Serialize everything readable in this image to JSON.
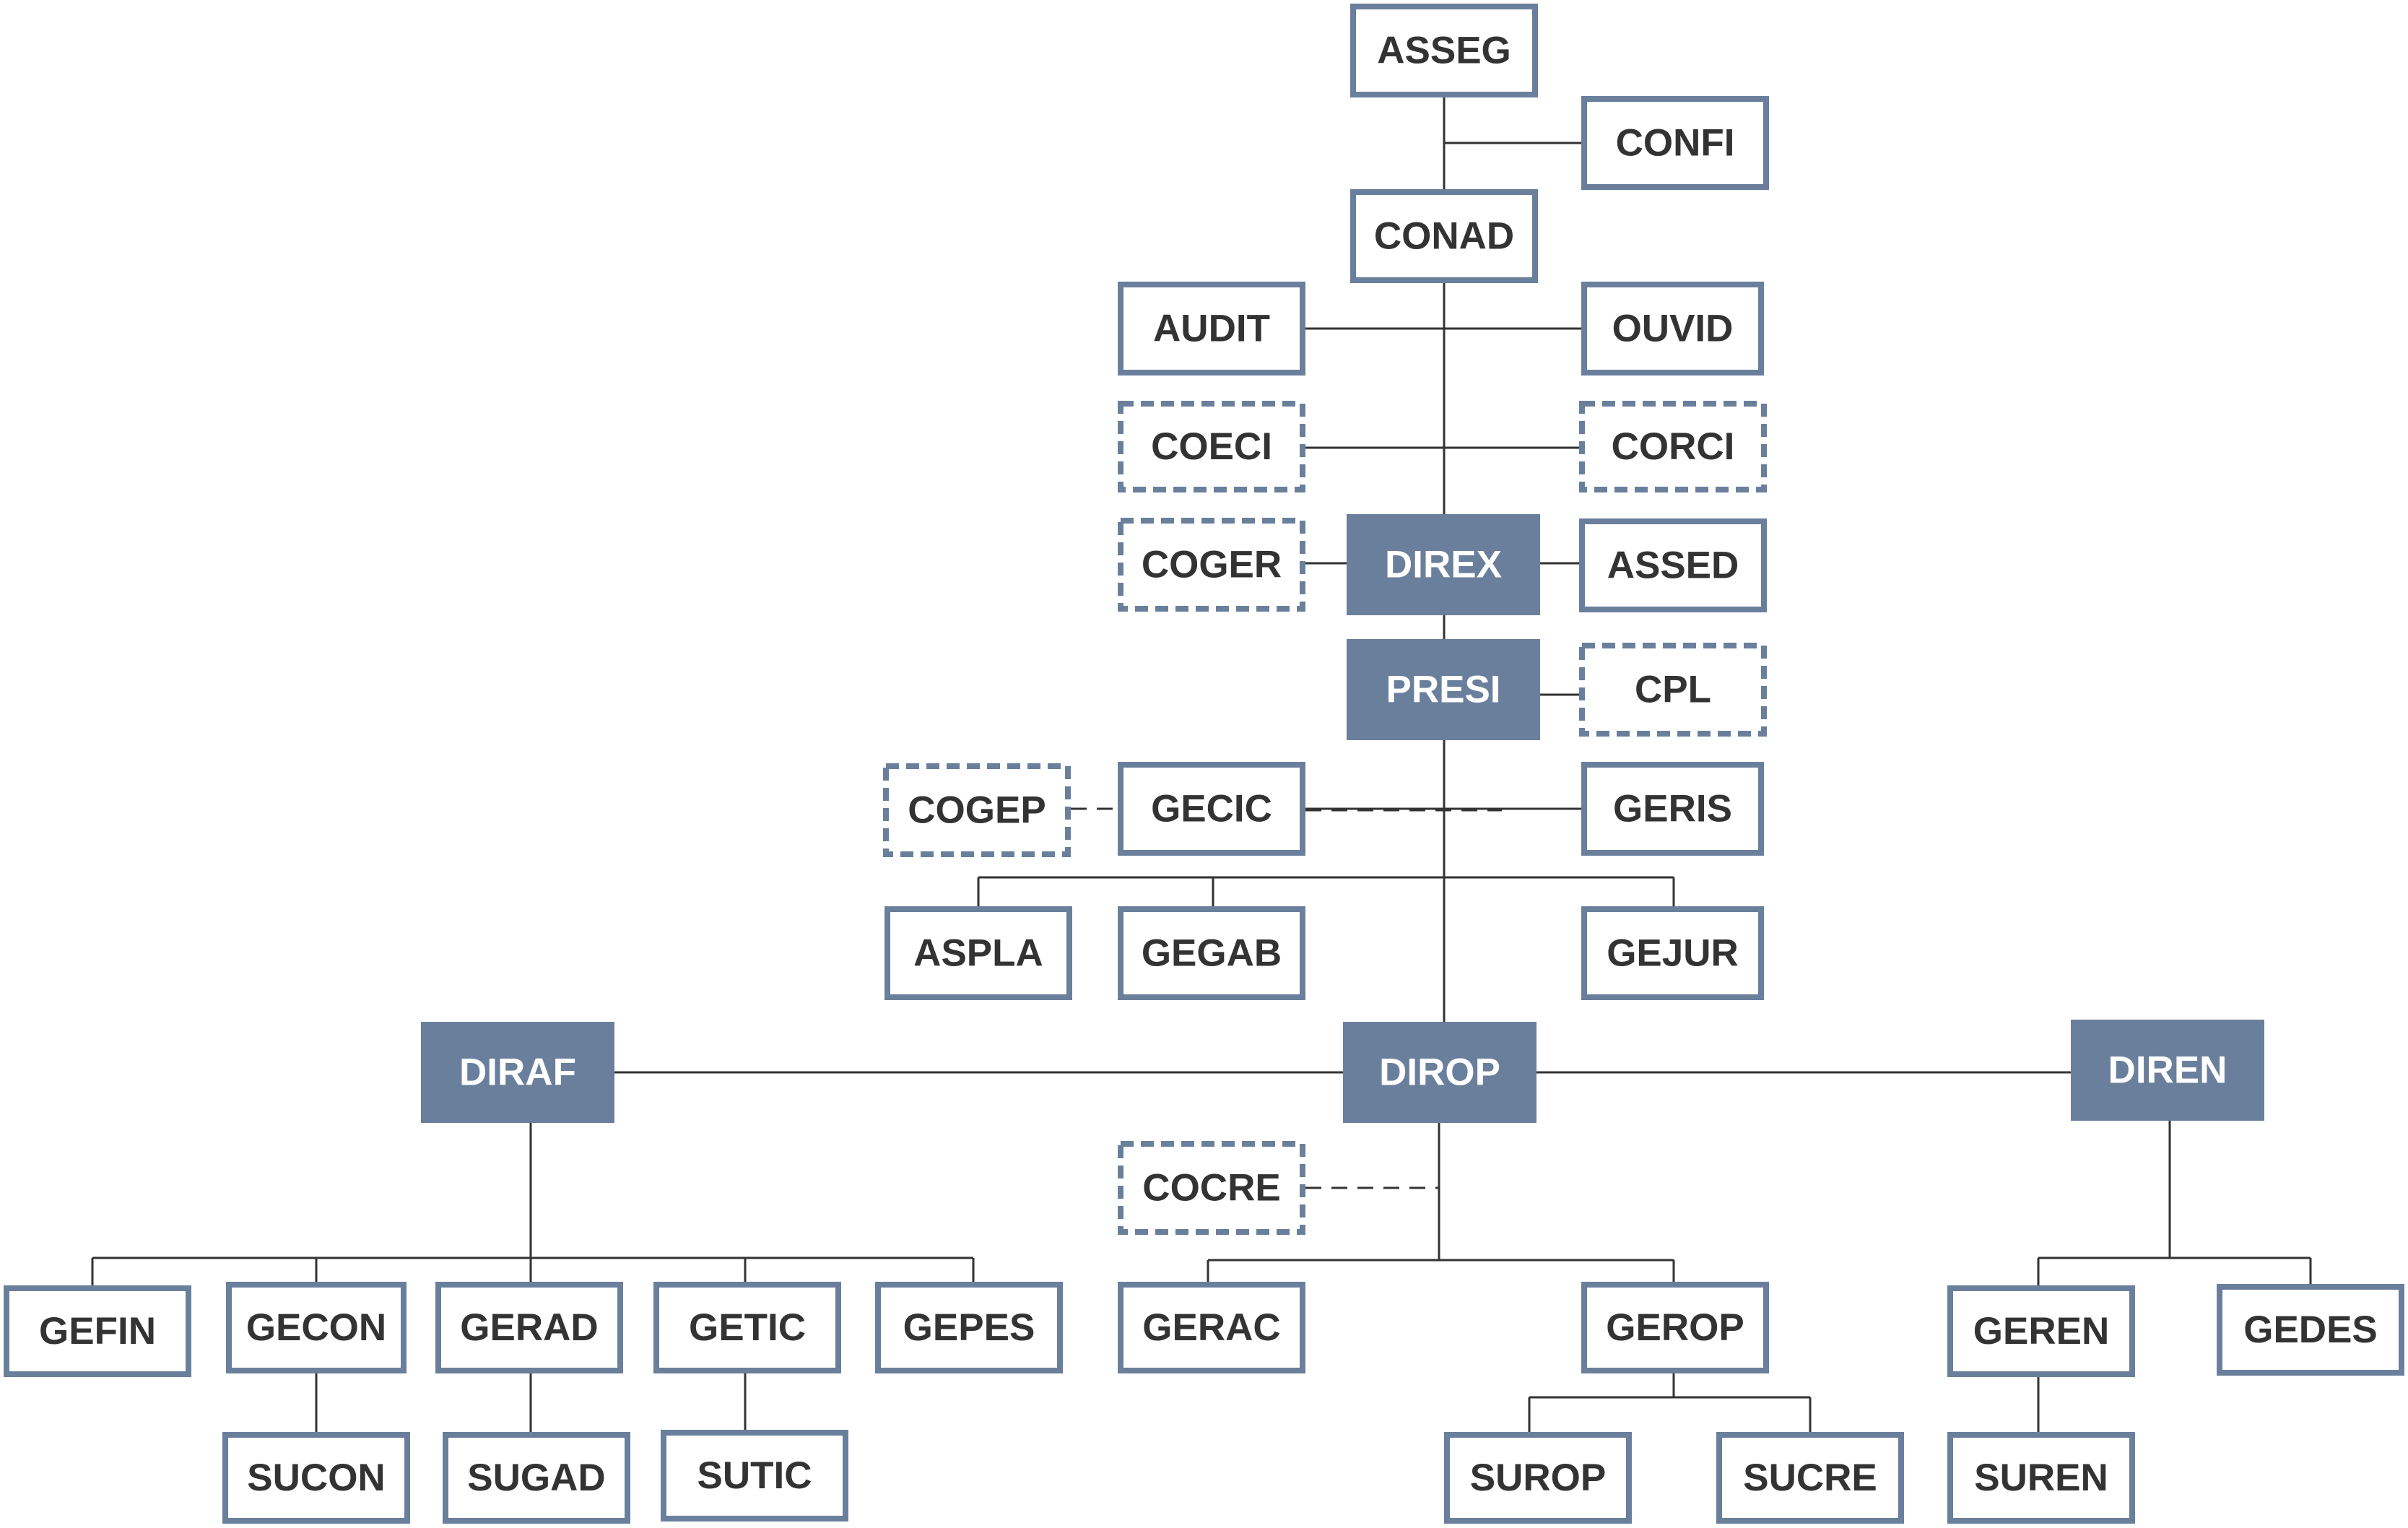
{
  "colors": {
    "accent": "#6a7f9c",
    "text": "#333333",
    "filled_text": "#ffffff",
    "line": "#333333",
    "background": "#ffffff"
  },
  "nodes": {
    "asseg": {
      "label": "ASSEG",
      "style": "outline"
    },
    "confi": {
      "label": "CONFI",
      "style": "outline"
    },
    "conad": {
      "label": "CONAD",
      "style": "outline"
    },
    "audit": {
      "label": "AUDIT",
      "style": "outline"
    },
    "ouvid": {
      "label": "OUVID",
      "style": "outline"
    },
    "coeci": {
      "label": "COECI",
      "style": "dashed"
    },
    "corci": {
      "label": "CORCI",
      "style": "dashed"
    },
    "coger": {
      "label": "COGER",
      "style": "dashed"
    },
    "direx": {
      "label": "DIREX",
      "style": "filled"
    },
    "assed": {
      "label": "ASSED",
      "style": "outline"
    },
    "presi": {
      "label": "PRESI",
      "style": "filled"
    },
    "cpl": {
      "label": "CPL",
      "style": "dashed"
    },
    "cogep": {
      "label": "COGEP",
      "style": "dashed"
    },
    "gecic": {
      "label": "GECIC",
      "style": "outline"
    },
    "geris": {
      "label": "GERIS",
      "style": "outline"
    },
    "aspla": {
      "label": "ASPLA",
      "style": "outline"
    },
    "gegab": {
      "label": "GEGAB",
      "style": "outline"
    },
    "gejur": {
      "label": "GEJUR",
      "style": "outline"
    },
    "diraf": {
      "label": "DIRAF",
      "style": "filled"
    },
    "dirop": {
      "label": "DIROP",
      "style": "filled"
    },
    "diren": {
      "label": "DIREN",
      "style": "filled"
    },
    "cocre": {
      "label": "COCRE",
      "style": "dashed"
    },
    "gefin": {
      "label": "GEFIN",
      "style": "outline"
    },
    "gecon": {
      "label": "GECON",
      "style": "outline"
    },
    "gerad": {
      "label": "GERAD",
      "style": "outline"
    },
    "getic": {
      "label": "GETIC",
      "style": "outline"
    },
    "gepes": {
      "label": "GEPES",
      "style": "outline"
    },
    "gerac": {
      "label": "GERAC",
      "style": "outline"
    },
    "gerop": {
      "label": "GEROP",
      "style": "outline"
    },
    "geren": {
      "label": "GEREN",
      "style": "outline"
    },
    "gedes": {
      "label": "GEDES",
      "style": "outline"
    },
    "sucon": {
      "label": "SUCON",
      "style": "outline"
    },
    "sugad": {
      "label": "SUGAD",
      "style": "outline"
    },
    "sutic": {
      "label": "SUTIC",
      "style": "outline"
    },
    "surop": {
      "label": "SUROP",
      "style": "outline"
    },
    "sucre": {
      "label": "SUCRE",
      "style": "outline"
    },
    "suren": {
      "label": "SUREN",
      "style": "outline"
    }
  }
}
